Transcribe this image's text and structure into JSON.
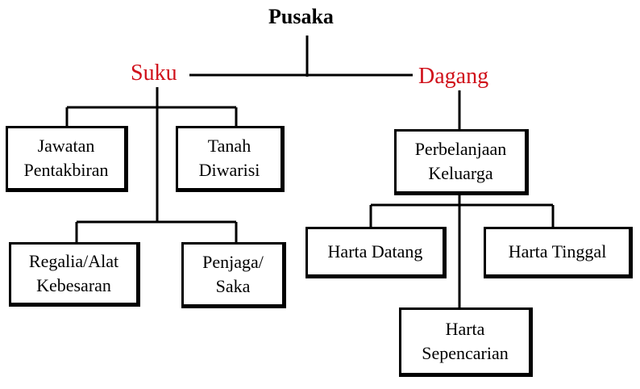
{
  "root": {
    "label": "Pusaka"
  },
  "branches": {
    "suku": {
      "label": "Suku",
      "color": "#d0101a"
    },
    "dagang": {
      "label": "Dagang",
      "color": "#d0101a"
    }
  },
  "nodes": {
    "jawatan": {
      "line1": "Jawatan",
      "line2": "Pentakbiran"
    },
    "tanah": {
      "line1": "Tanah",
      "line2": "Diwarisi"
    },
    "regalia": {
      "line1": "Regalia/Alat",
      "line2": "Kebesaran"
    },
    "penjaga": {
      "line1": "Penjaga/",
      "line2": "Saka"
    },
    "perbelanjaan": {
      "line1": "Perbelanjaan",
      "line2": "Keluarga"
    },
    "harta_datang": {
      "line1": "Harta Datang"
    },
    "harta_tinggal": {
      "line1": "Harta Tinggal"
    },
    "harta_sepencarian": {
      "line1": "Harta",
      "line2": "Sepencarian"
    }
  }
}
